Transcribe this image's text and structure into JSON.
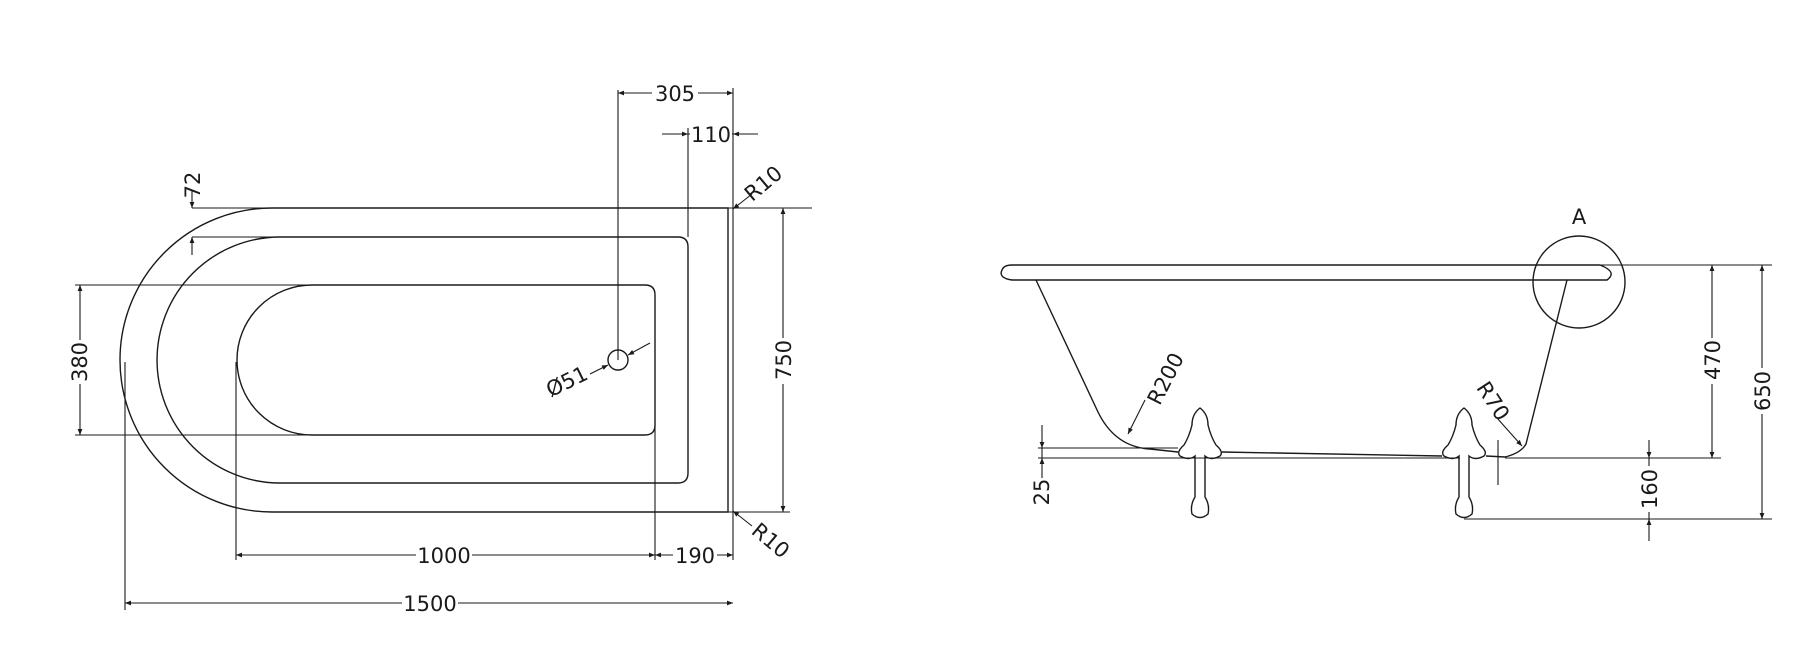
{
  "plan_view": {
    "dimensions": {
      "d305": "305",
      "d110": "110",
      "d72": "72",
      "d380": "380",
      "d750": "750",
      "d51": "Ø51",
      "r10_top": "R10",
      "r10_bottom": "R10",
      "d1000": "1000",
      "d190": "190",
      "d1500": "1500"
    }
  },
  "side_view": {
    "detail_label": "A",
    "dimensions": {
      "r200": "R200",
      "r70": "R70",
      "d25": "25",
      "d160": "160",
      "d470": "470",
      "d650": "650"
    }
  },
  "colors": {
    "line": "#1a1a1a",
    "background": "#ffffff"
  }
}
